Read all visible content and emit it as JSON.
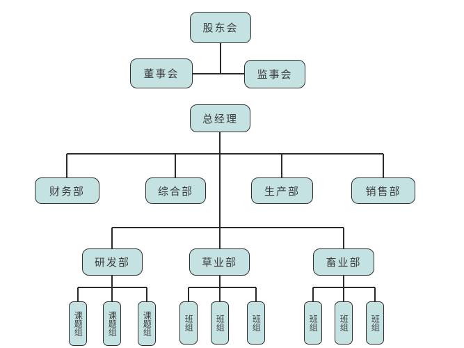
{
  "diagram": {
    "type": "org-chart",
    "nodes": {
      "shareholders": "股东会",
      "board": "董事会",
      "supervisory": "监事会",
      "general_manager": "总经理",
      "finance": "财务部",
      "general_affairs": "综合部",
      "production": "生产部",
      "sales": "销售部",
      "rnd": "研发部",
      "grass": "草业部",
      "livestock": "畜业部",
      "research_group": "课题组",
      "team": "班组"
    },
    "hierarchy": [
      {
        "parent": "股东会",
        "children": [
          "董事会",
          "监事会"
        ]
      },
      {
        "parent": "总经理",
        "children": [
          "财务部",
          "综合部",
          "生产部",
          "销售部"
        ]
      },
      {
        "parent": "总经理",
        "children": [
          "研发部",
          "草业部",
          "畜业部"
        ]
      },
      {
        "parent": "研发部",
        "children": [
          "课题组",
          "课题组",
          "课题组"
        ]
      },
      {
        "parent": "草业部",
        "children": [
          "班组",
          "班组",
          "班组"
        ]
      },
      {
        "parent": "畜业部",
        "children": [
          "班组",
          "班组",
          "班组"
        ]
      }
    ],
    "colors": {
      "background": "#ffffff",
      "node_fill": "#c5e2e3",
      "node_border": "#2e2e2e",
      "line": "#2a2a2a",
      "text": "#3b3b3b"
    }
  }
}
